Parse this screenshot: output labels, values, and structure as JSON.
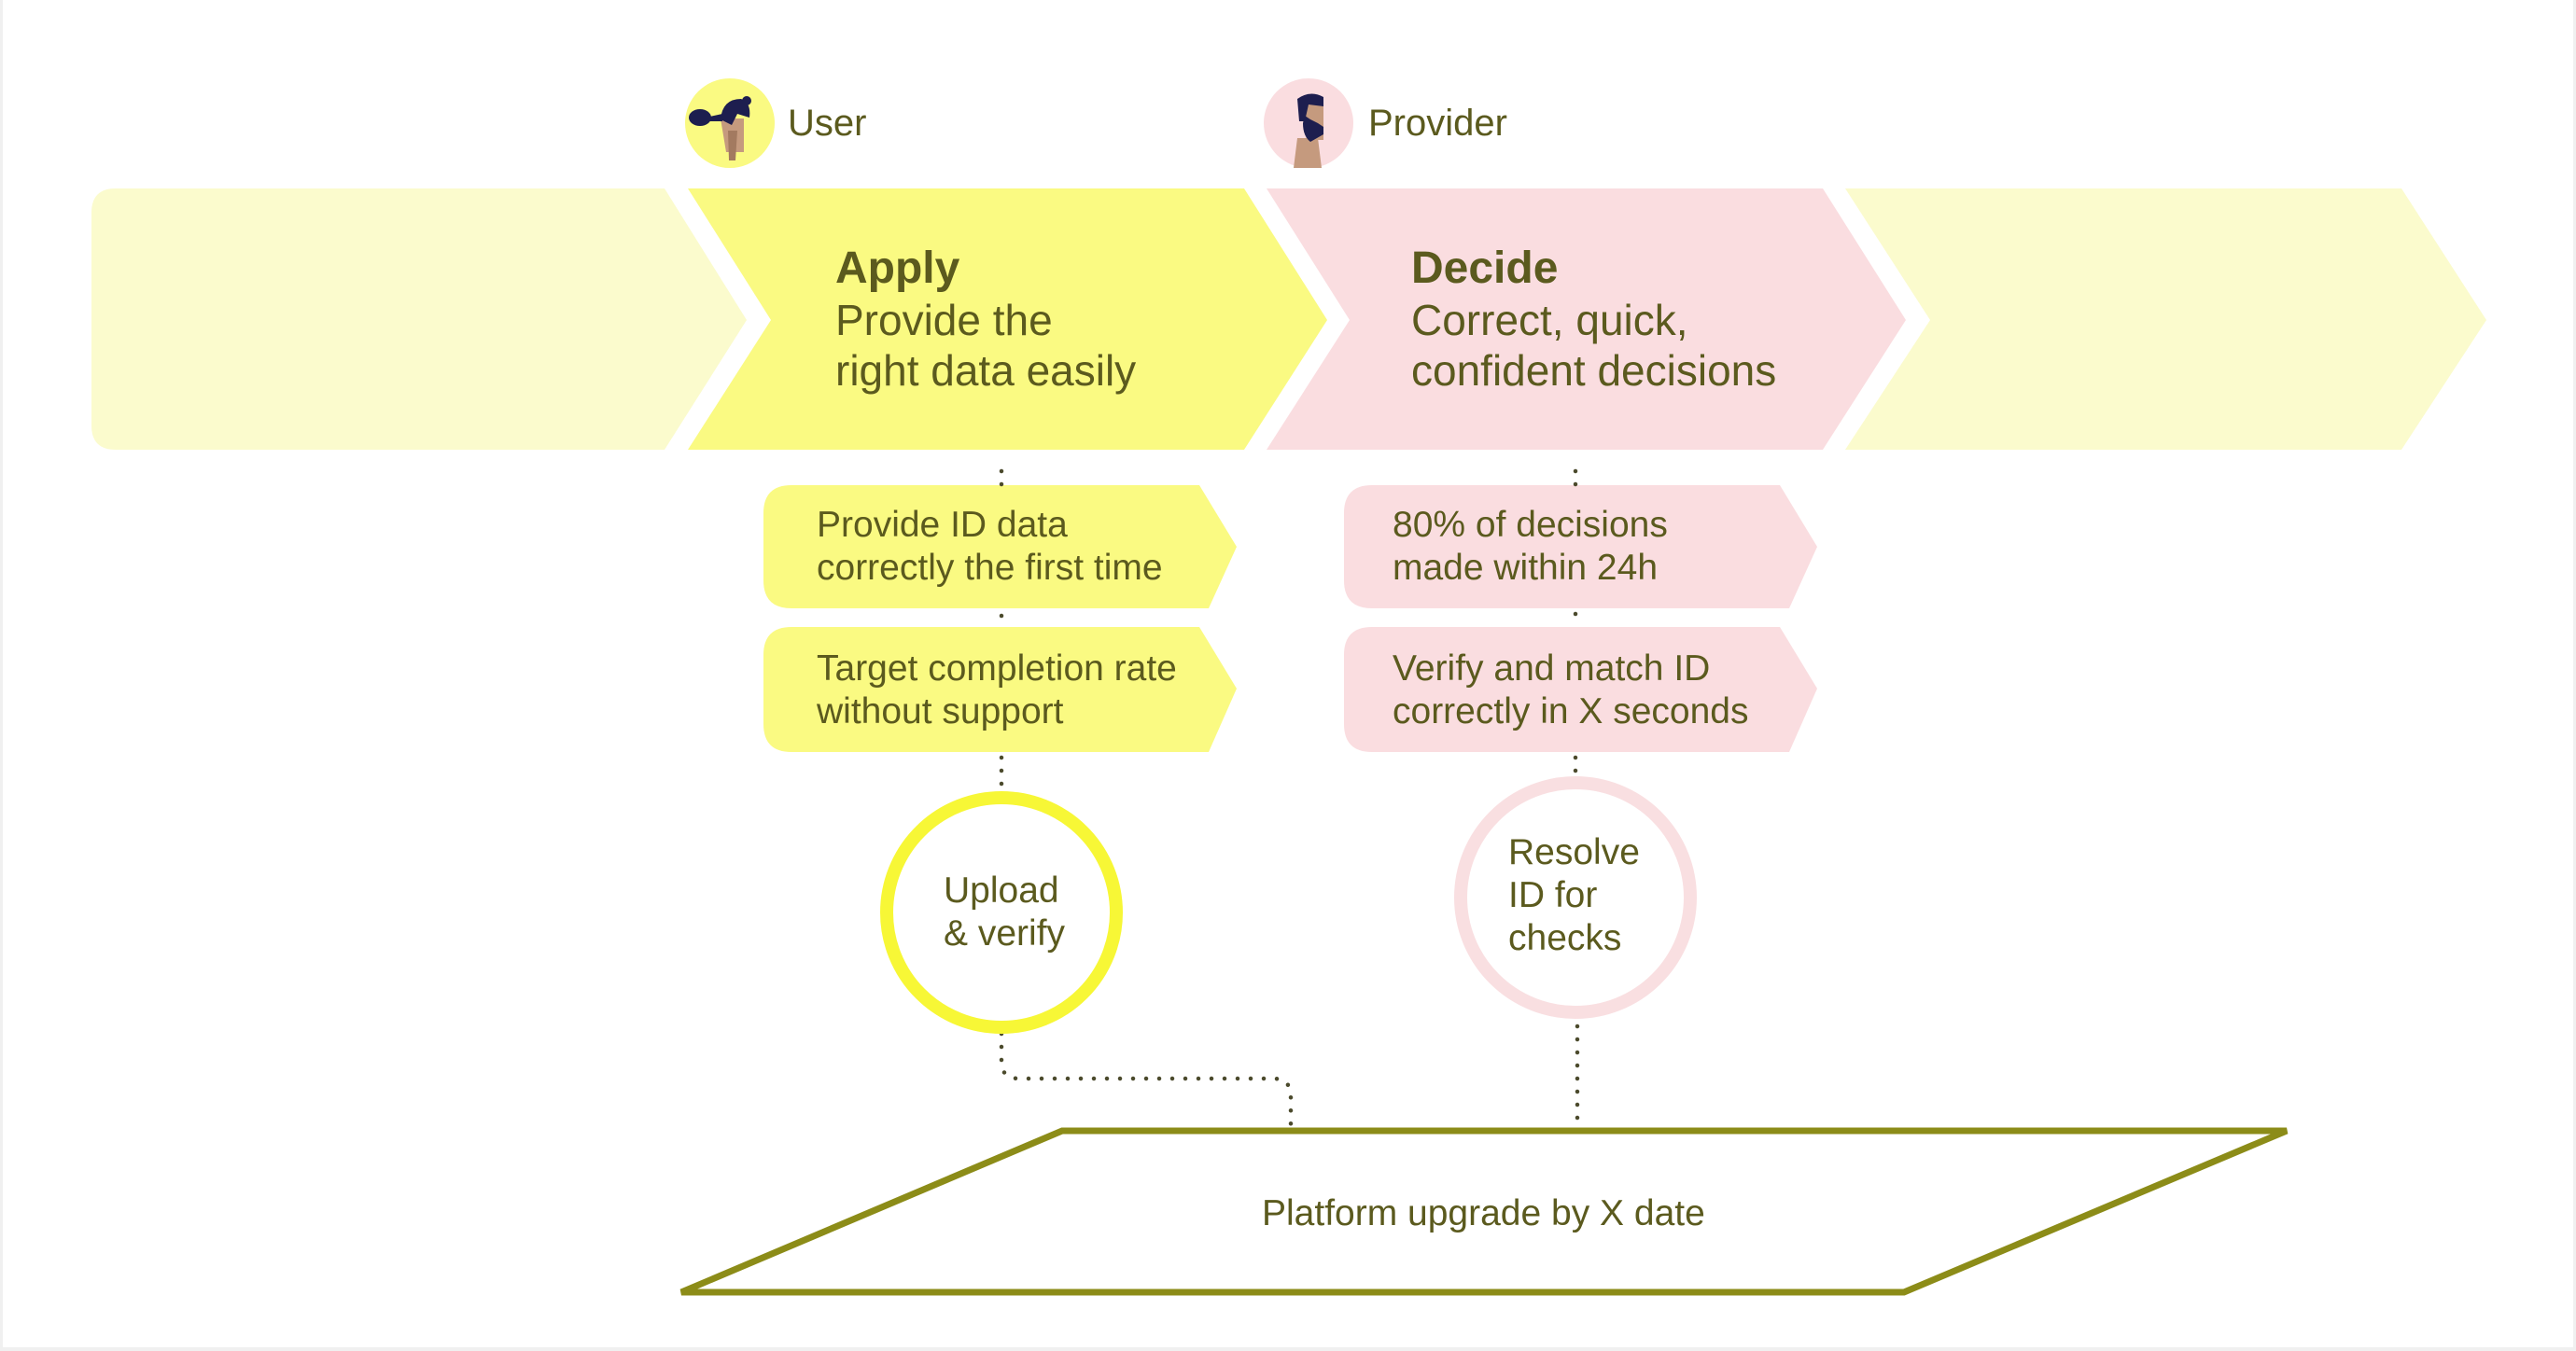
{
  "actors": {
    "user": {
      "label": "User",
      "icon": "user-avatar-icon"
    },
    "provider": {
      "label": "Provider",
      "icon": "provider-avatar-icon"
    }
  },
  "stages": {
    "apply": {
      "title": "Apply",
      "description": "Provide the\nright data easily"
    },
    "decide": {
      "title": "Decide",
      "description": "Correct, quick,\nconfident decisions"
    }
  },
  "apply_cards": [
    {
      "text": "Provide ID data\ncorrectly the first time"
    },
    {
      "text": "Target completion rate\nwithout support"
    }
  ],
  "decide_cards": [
    {
      "text": "80% of decisions\nmade within 24h"
    },
    {
      "text": "Verify and match ID\ncorrectly in X seconds"
    }
  ],
  "circles": {
    "upload": {
      "text": "Upload\n& verify"
    },
    "resolve": {
      "text": "Resolve\nID for\nchecks"
    }
  },
  "platform": {
    "text": "Platform upgrade by X date"
  },
  "colors": {
    "background": "#ffffff",
    "yellow": "#fafa82",
    "yellow_light": "#fbfbcd",
    "yellow_ring": "#f7f736",
    "pink": "#fadde0",
    "pink_ring": "#f9dfe1",
    "olive": "#8c8c18",
    "text": "#5b5a1e",
    "dots": "#4b4a2c",
    "navy": "#1d1e4f",
    "skin": "#c59a7e"
  }
}
